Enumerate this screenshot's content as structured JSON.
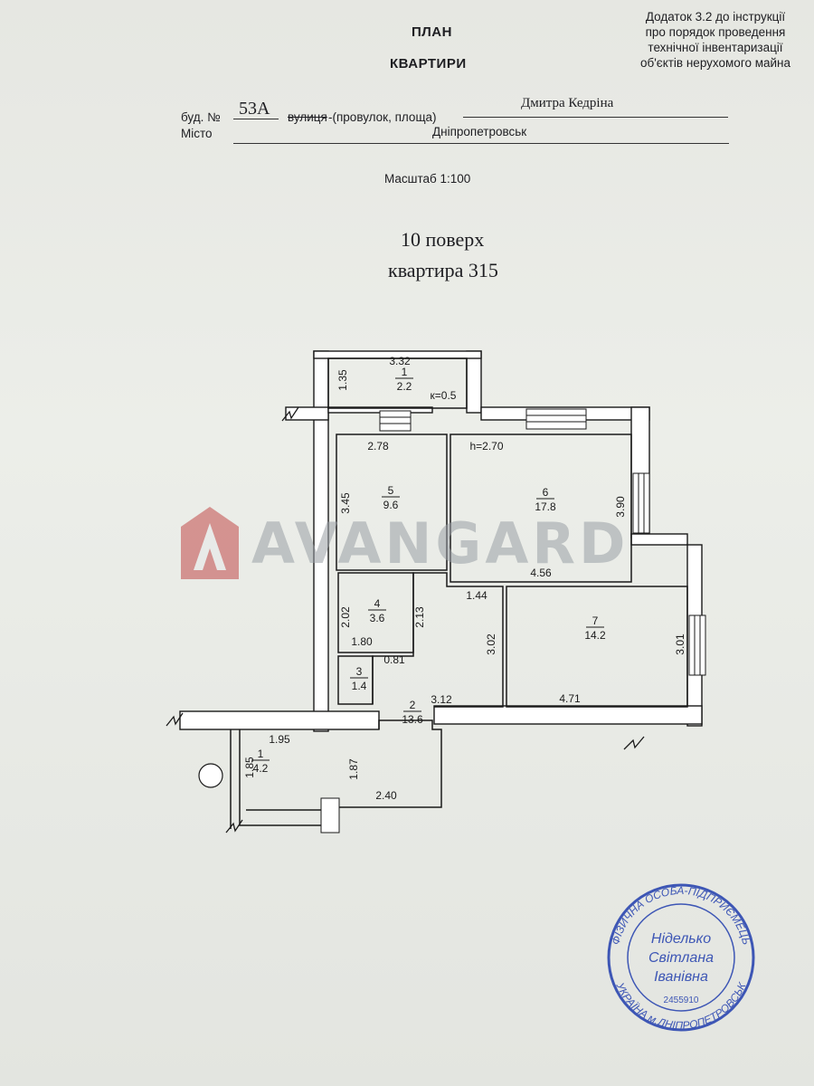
{
  "header": {
    "title_line1": "ПЛАН",
    "title_line2": "КВАРТИРИ",
    "appendix": [
      "Додаток 3.2 до інструкції",
      "про порядок проведення",
      "технічної інвентаризації",
      "об'єктів нерухомого майна"
    ]
  },
  "address": {
    "building_label": "буд. №",
    "building_number": "53А",
    "street_label_struck": "вулиця",
    "street_label_rest": "-(провулок, площа)",
    "street_value": "Дмитра Кедріна",
    "city_label": "Місто",
    "city_value": "Дніпропетровськ"
  },
  "scale": "Масштаб 1:100",
  "floor": "10 поверх",
  "apartment": "квартира 315",
  "plan": {
    "rooms": [
      {
        "number": "1",
        "area": "2.2"
      },
      {
        "number": "5",
        "area": "9.6"
      },
      {
        "number": "6",
        "area": "17.8"
      },
      {
        "number": "4",
        "area": "3.6"
      },
      {
        "number": "7",
        "area": "14.2"
      },
      {
        "number": "3",
        "area": "1.4"
      },
      {
        "number": "2",
        "area": "13.6"
      },
      {
        "number": "1",
        "area": "4.2"
      }
    ],
    "dims": [
      "3.32",
      "1.35",
      "к=0.5",
      "2.78",
      "h=2.70",
      "3.45",
      "3.90",
      "4.56",
      "1.44",
      "2.02",
      "2.13",
      "1.80",
      "0.81",
      "3.02",
      "3.01",
      "3.12",
      "4.71",
      "1.95",
      "1.85",
      "1.87",
      "2.40"
    ],
    "apartment_tag": "315"
  },
  "watermark": "AVANGARD",
  "stamp": {
    "name_line1": "Ніделько",
    "name_line2": "Світлана",
    "name_line3": "Іванівна",
    "code": "2455910",
    "ring_top": "ФІЗИЧНА ОСОБА-ПІДПРИЄМЕЦЬ",
    "ring_bottom": "УКРАЇНА м.ДНІПРОПЕТРОВСЬК"
  }
}
